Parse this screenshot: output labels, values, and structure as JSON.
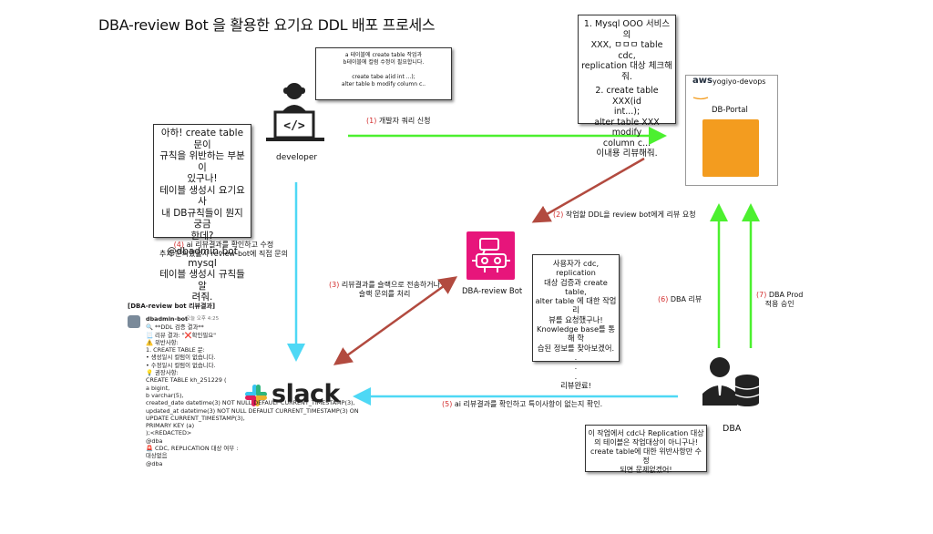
{
  "title": "DBA-review Bot 을 활용한 요기요 DDL 배포 프로세스",
  "developer": {
    "label": "developer"
  },
  "dba": {
    "label": "DBA"
  },
  "slack": {
    "logo_text": "slack"
  },
  "bot": {
    "label": "DBA-review Bot"
  },
  "aws": {
    "logo": "aws",
    "account": "yogiyo-devops",
    "portal": "DB-Portal"
  },
  "notes": {
    "developer_request": [
      "a 테이블에 create table 작업과",
      "b테이블에 컬럼 수정이 필요합니다.",
      "",
      "create tabe a(id int ...);",
      "alter table b modify column c.."
    ],
    "developer_reaction": [
      "아하! create table 문이",
      "규칙을 위반하는 부분이",
      "있구나!",
      "테이블 생성시 요기요 사",
      "내 DB규칙들이 뭔지 궁금",
      "한데?",
      "",
      "@dbadmin-bot mysql",
      "테이블 생성시 규칙들 알",
      "려줘."
    ],
    "portal_request": [
      "1. Mysql OOO 서비스의",
      "XXX, ㅁㅁㅁ table cdc,",
      "replication 대상 체크해줘.",
      "",
      "2. create table XXX(id",
      "int...);",
      "alter table XXX modify",
      "column c...",
      "이내용 리뷰해줘."
    ],
    "bot_process": [
      "사용자가 cdc, replication",
      "대상 검증과 create table,",
      "alter table 에 대한 작업 리",
      "뷰를 요청했구나!",
      "Knowledge base를 통해 학",
      "습된 정보를 찾아보겠어.",
      ".",
      ".",
      ".",
      "리뷰완료!"
    ],
    "dba_reaction": [
      "이 작업에서 cdc나 Replication 대상",
      "의 테이블은 작업대상이 아니구나!",
      "create table에 대한 위반사항만 수정",
      "되면 문제없겠어!"
    ]
  },
  "steps": {
    "s1": {
      "num": "(1)",
      "text": "개발자 쿼리 신청"
    },
    "s2": {
      "num": "(2)",
      "text": "작업할 DDL을 review bot에게 리뷰 요청"
    },
    "s3": {
      "num": "(3)",
      "lines": [
        "리뷰결과를 슬랙으로 전송하거나",
        "슬랙 문의를 처리"
      ]
    },
    "s4": {
      "num": "(4)",
      "lines": [
        "ai 리뷰결과를 확인하고 수정",
        "추가 문의있을시 review-bot에 직접 문의"
      ]
    },
    "s5": {
      "num": "(5)",
      "text": "ai 리뷰결과를 확인하고 특이사항이 없는지 확인."
    },
    "s6": {
      "num": "(6)",
      "text": "DBA 리뷰"
    },
    "s7": {
      "num": "(7)",
      "lines": [
        "DBA Prod",
        "적용 승인"
      ]
    }
  },
  "slack_message": {
    "header": "[DBA-review bot 리뷰결과]",
    "sender": "dbadmin-bot",
    "time": "오늘 오후 4:25",
    "lines": [
      "🔍 **DDL 검증 결과**",
      "📃 리뷰 결과: \"❌확인필요\"",
      "⚠️ 위반사항:",
      "1. CREATE TABLE 문:",
      "  • 생성일시 컬럼이 없습니다.",
      "  • 수정일시 컬럼이 없습니다.",
      "💡 권장사항:",
      "CREATE TABLE kh_251229 (",
      "  a bigint,",
      "  b varchar(5),",
      "  created_date datetime(3) NOT NULL DEFAULT CURRENT_TIMESTAMP(3),",
      "  updated_at datetime(3) NOT NULL DEFAULT CURRENT_TIMESTAMP(3) ON",
      "UPDATE CURRENT_TIMESTAMP(3),",
      "  PRIMARY KEY (a)",
      ");<REDACTED>",
      "@dba",
      "🚨 CDC, REPLICATION 대상 여부 :",
      "대상없음",
      "@dba"
    ]
  },
  "colors": {
    "green": "#4cf02f",
    "cyan": "#4ed8f5",
    "darkred": "#b24a3f",
    "slack_blue": "#36c5f0",
    "slack_green": "#2eb67d",
    "slack_red": "#e01e5a",
    "slack_yellow": "#ecb22e",
    "aws_orange": "#f39c1f",
    "bot_pink": "#e7157b"
  }
}
